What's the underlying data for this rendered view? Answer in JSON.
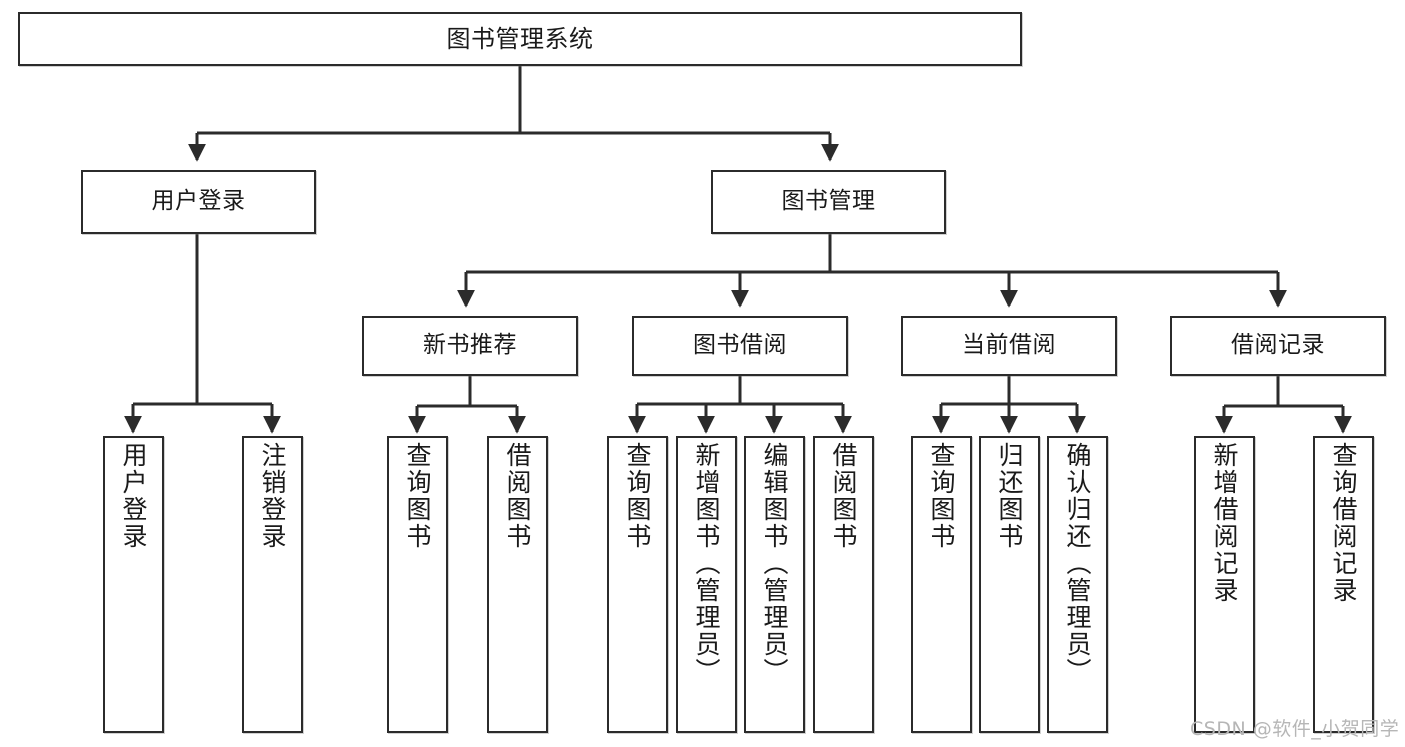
{
  "diagram": {
    "title": "图书管理系统",
    "type": "tree-hierarchy",
    "watermark": "CSDN @软件_小贺同学",
    "colors": {
      "background": "#ffffff",
      "node_border": "#2b2b2b",
      "node_fill": "#ffffff",
      "edge": "#2b2b2b",
      "text": "#1a1a1a",
      "watermark": "#b6b6b6"
    },
    "nodes": {
      "root": {
        "label": "图书管理系统"
      },
      "level2": [
        {
          "label": "用户登录"
        },
        {
          "label": "图书管理"
        }
      ],
      "level3": [
        {
          "label": "新书推荐"
        },
        {
          "label": "图书借阅"
        },
        {
          "label": "当前借阅"
        },
        {
          "label": "借阅记录"
        }
      ],
      "leaves": {
        "user_login": [
          {
            "label": "用户登录"
          },
          {
            "label": "注销登录"
          }
        ],
        "new_book_recommend": [
          {
            "label": "查询图书"
          },
          {
            "label": "借阅图书"
          }
        ],
        "book_borrow": [
          {
            "label": "查询图书"
          },
          {
            "label": "新增图书（管理员）"
          },
          {
            "label": "编辑图书（管理员）"
          },
          {
            "label": "借阅图书"
          }
        ],
        "current_borrow": [
          {
            "label": "查询图书"
          },
          {
            "label": "归还图书"
          },
          {
            "label": "确认归还（管理员）"
          }
        ],
        "borrow_record": [
          {
            "label": "新增借阅记录"
          },
          {
            "label": "查询借阅记录"
          }
        ]
      }
    }
  }
}
